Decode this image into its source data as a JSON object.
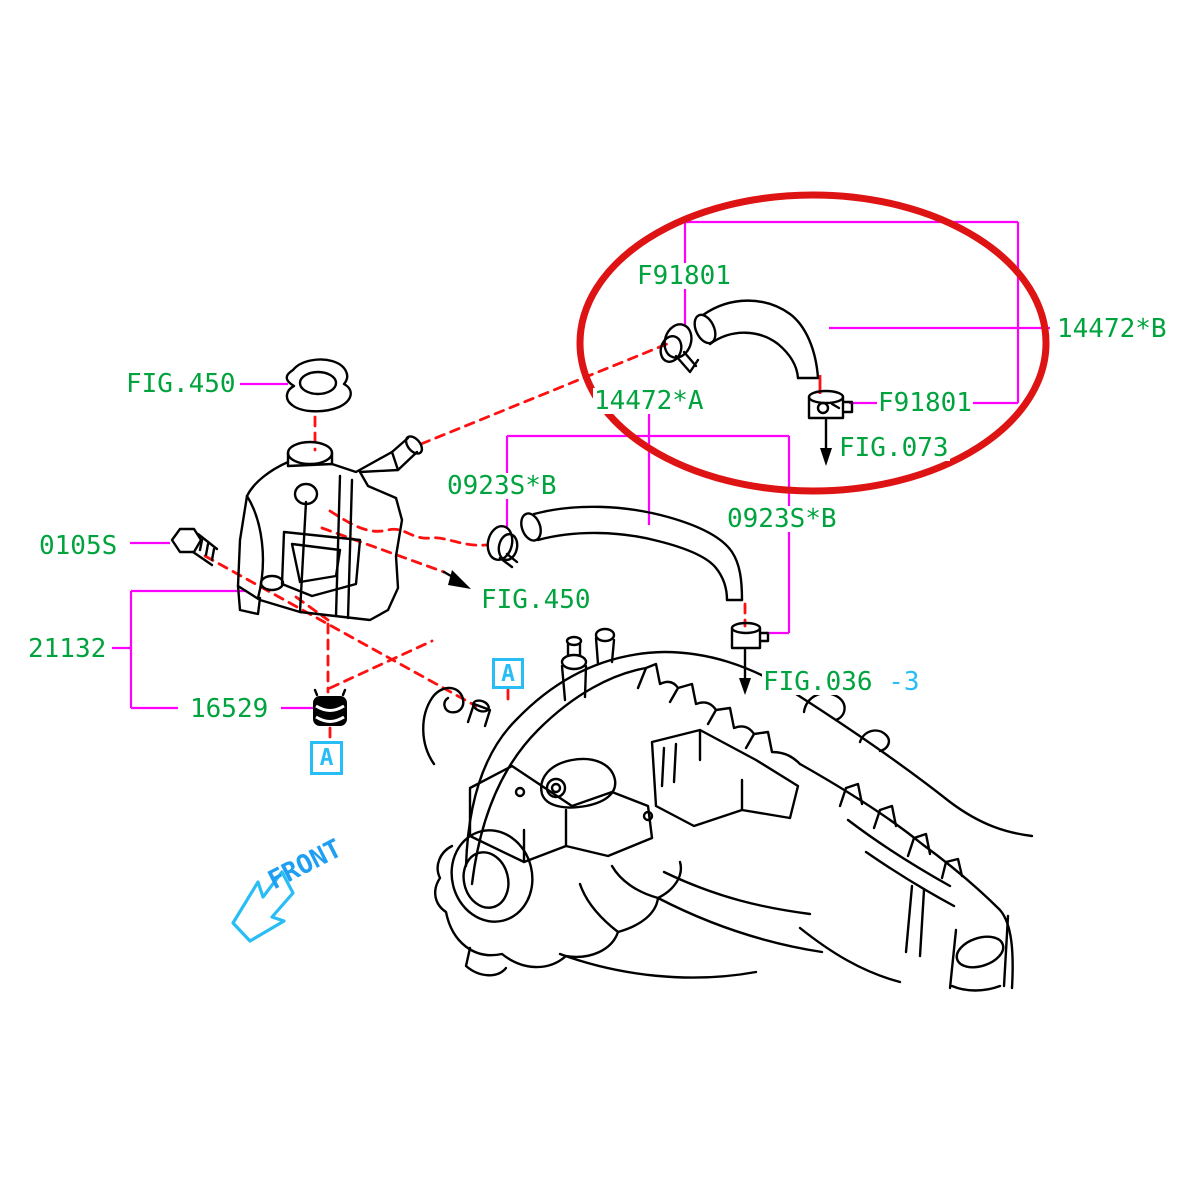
{
  "labels": {
    "fig450_top": "FIG.450",
    "f91801_top": "F91801",
    "hose_b": "14472*B",
    "hose_a": "14472*A",
    "f91801_right": "F91801",
    "fig073": "FIG.073",
    "clamp_left": "0923S*B",
    "clamp_right": "0923S*B",
    "bolt": "0105S",
    "fig450_mid": "FIG.450",
    "reservoir_tank": "21132",
    "fig036": "FIG.036",
    "fig036_suffix": "-3",
    "grommet": "16529",
    "section_a1": "A",
    "section_a2": "A",
    "front": "FRONT"
  },
  "colors": {
    "green": "#00A33E",
    "magenta": "#FF00FF",
    "red_ellipse": "#DE1313",
    "red_dash": "#FF1010",
    "cyan": "#29BDF5",
    "front_blue": "#1E9FF2",
    "black": "#000000",
    "background": "#FFFFFF"
  }
}
